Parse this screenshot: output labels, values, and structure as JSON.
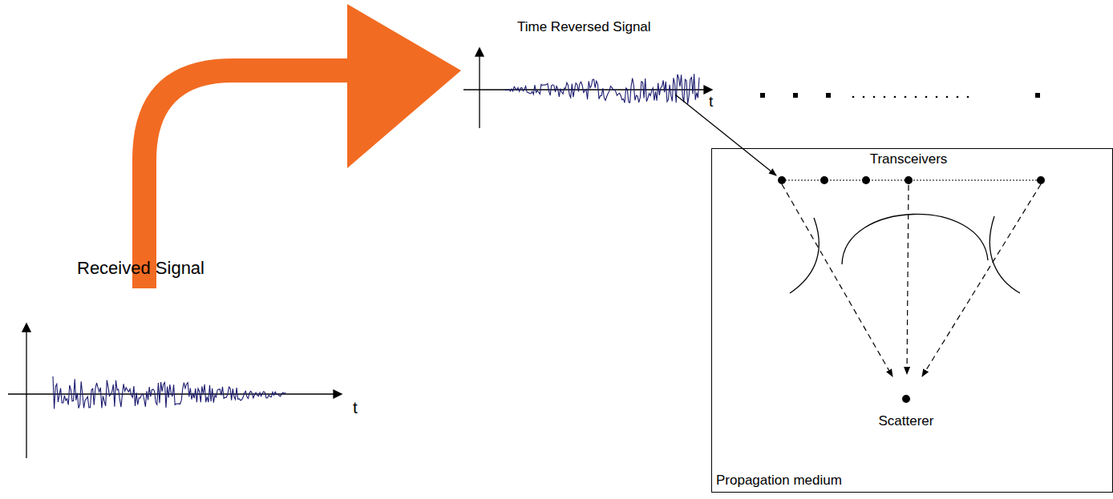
{
  "diagram": {
    "nodes": [
      {
        "text": [
          "Propagation medium"
        ]
      }
    ],
    "labels": [
      "Time Reversed Signal",
      "t",
      "Transceivers",
      "Received Signal",
      "t",
      "Scatterer"
    ]
  }
}
